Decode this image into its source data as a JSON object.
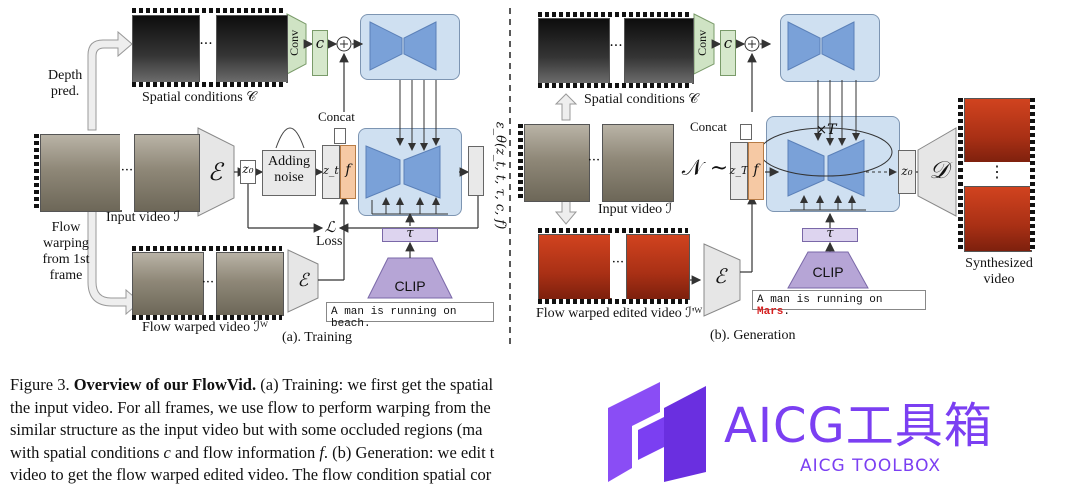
{
  "training": {
    "depth_pred": "Depth\npred.",
    "spatial_conditions": "Spatial conditions 𝒞",
    "conv": "Conv",
    "c": "c",
    "concat": "Concat",
    "input_video": "Input video ℐ",
    "adding_noise": "Adding\nnoise",
    "encoder": "ℰ",
    "z0": "z₀",
    "zt": "z_t",
    "f": "f",
    "loss_symbol": "ℒ",
    "loss": "Loss",
    "epsilon": "ε_θ(z_t, t, τ, c, f)",
    "flow_warping": "Flow\nwarping\nfrom 1st\nframe",
    "flow_warped_video": "Flow warped video ℐᵂ",
    "tau": "τ",
    "clip": "CLIP",
    "prompt": "A man is running on beach.",
    "caption": "(a). Training",
    "dots": "···"
  },
  "generation": {
    "spatial_conditions": "Spatial conditions 𝒞",
    "conv": "Conv",
    "c": "c",
    "concat": "Concat",
    "noise": "𝒩 ~",
    "zT": "z_T",
    "f": "f",
    "times_T": "×T",
    "z0": "z₀",
    "decoder": "𝒟",
    "input_video": "Input video ℐ",
    "encoder": "ℰ",
    "tau": "τ",
    "clip": "CLIP",
    "prompt_prefix": "A man is running on ",
    "prompt_highlight": "Mars",
    "prompt_suffix": ".",
    "flow_warped_edited_video": "Flow warped edited video ℐ'ᵂ",
    "synthesized_video": "Synthesized\nvideo",
    "caption": "(b). Generation",
    "dots": "···",
    "vdots": "⋮"
  },
  "figure_caption": {
    "label": "Figure 3. ",
    "title": "Overview of our FlowVid.",
    "line1_rest": " (a) Training: we first get the spatial",
    "line2": "the input video. For all frames, we use flow to perform warping from the",
    "line3": "similar structure as the input video but with some occluded regions (ma",
    "line4_pre": "with spatial conditions ",
    "line4_c": "c",
    "line4_mid": " and flow information ",
    "line4_f": "f",
    "line4_post": ". (b) Generation: we edit t",
    "line5": "video to get the flow warped edited video. The flow condition spatial cor"
  },
  "watermark": {
    "title": "AICG工具箱",
    "subtitle": "AICG TOOLBOX",
    "color": "#7b3ff2"
  }
}
